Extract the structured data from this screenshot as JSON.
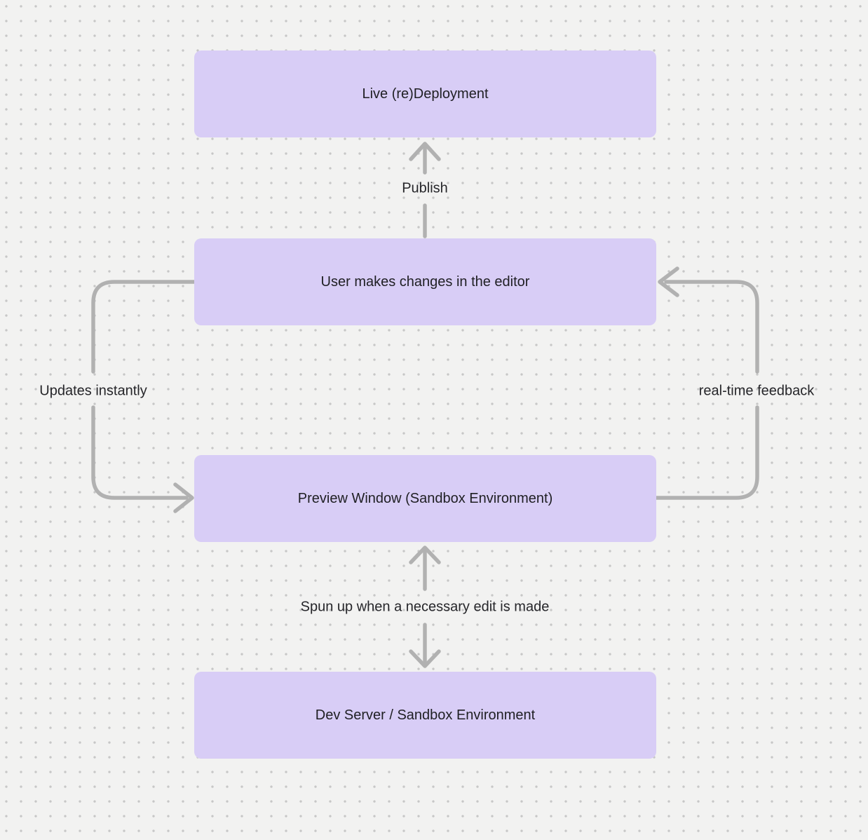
{
  "diagram": {
    "nodes": [
      {
        "id": "live-redeployment",
        "label": "Live (re)Deployment"
      },
      {
        "id": "user-editor",
        "label": "User makes changes in the editor"
      },
      {
        "id": "preview-window",
        "label": "Preview Window (Sandbox Environment)"
      },
      {
        "id": "dev-server",
        "label": "Dev Server / Sandbox Environment"
      }
    ],
    "edge_labels": [
      {
        "id": "publish",
        "label": "Publish"
      },
      {
        "id": "updates-instantly",
        "label": "Updates instantly"
      },
      {
        "id": "real-time-feedback",
        "label": "real-time feedback"
      },
      {
        "id": "spun-up",
        "label": "Spun up when a necessary edit is made"
      }
    ]
  },
  "colors": {
    "background": "#f2f2f1",
    "dot": "#c7c7c7",
    "node_fill": "#d8cdf6",
    "node_text": "#1f1f23",
    "arrow": "#b1b1b1",
    "label_text": "#26262a"
  }
}
